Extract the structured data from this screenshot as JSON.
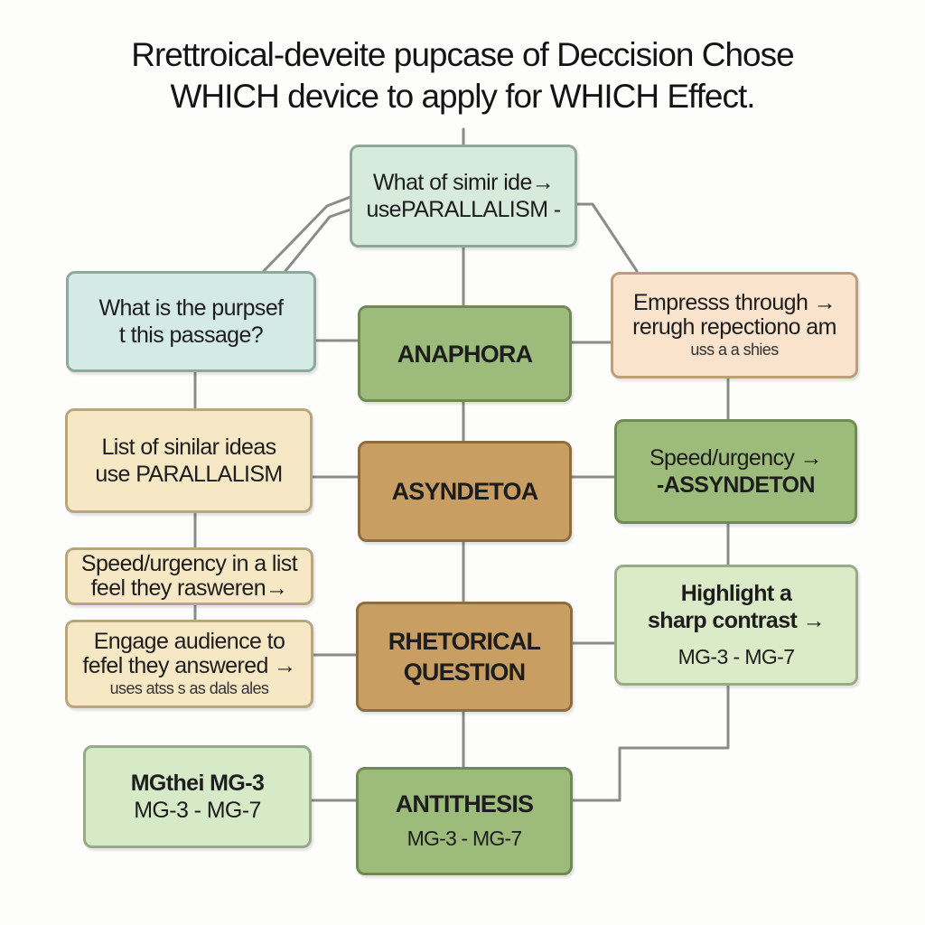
{
  "title": {
    "line1": "Rrettroical-deveite pupcase of Deccision Chose",
    "line2": "WHICH device to apply for WHICH Effect."
  },
  "nodes": {
    "top_question": {
      "line1": "What of simir ide→",
      "line2": "usePARALLALISM -"
    },
    "purpose_question": {
      "line1": "What is the purpsef",
      "line2": "t this passage?"
    },
    "list_similar": {
      "line1": "List of sinilar ideas",
      "line2": "use PARALLALISM"
    },
    "speed_list": {
      "line1": "Speed/urgency in a list",
      "line2": "feel they rasweren→"
    },
    "engage_audience": {
      "line1": "Engage audience to",
      "line2": "fefel they answered →",
      "line3": "uses atss s as dals ales"
    },
    "mgthei": {
      "line1": "MGthei MG-3",
      "line2": "MG-3 - MG-7"
    },
    "anaphora": {
      "label": "ANAPHORA"
    },
    "asyndetoa": {
      "label": "ASYNDETOA"
    },
    "rhetorical_question": {
      "line1": "RHETORICAL",
      "line2": "QUESTION"
    },
    "antithesis": {
      "label": "ANTITHESIS",
      "sub": "MG-3 - MG-7"
    },
    "emphasis_repetition": {
      "line1": "Empresss through →",
      "line2": "rerugh repectiono am",
      "line3": "uss a a shies"
    },
    "speed_asyndeton": {
      "line1": "Speed/urgency →",
      "line2": "-ASSYNDETON"
    },
    "sharp_contrast": {
      "line1": "Highlight a",
      "line2": "sharp contrast →",
      "line3": "MG-3 - MG-7"
    }
  }
}
